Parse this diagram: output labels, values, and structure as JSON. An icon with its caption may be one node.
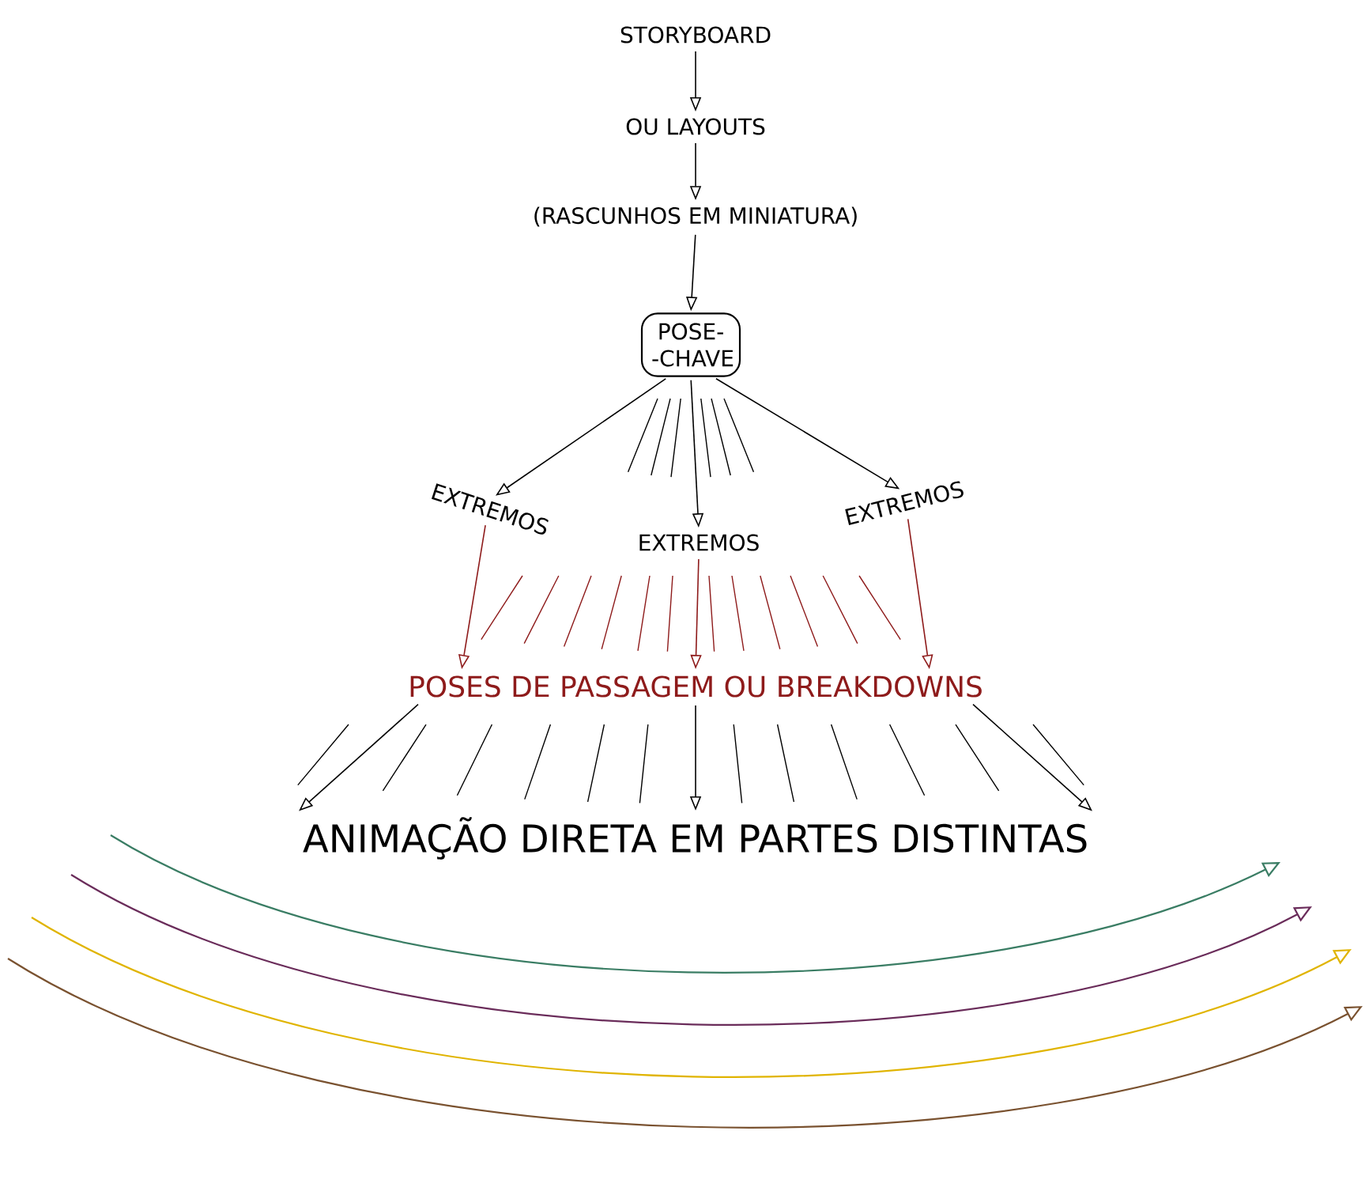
{
  "diagram": {
    "nodes": [
      {
        "text": [
          "STORYBOARD"
        ]
      },
      {
        "text": [
          "OU LAYOUTS"
        ]
      },
      {
        "text": [
          "(RASCUNHOS EM MINIATURA)"
        ]
      },
      {
        "text": [
          "POSE- -CHAVE"
        ]
      },
      {
        "text": [
          "EXTREMOS"
        ]
      },
      {
        "text": [
          "EXTREMOS"
        ]
      },
      {
        "text": [
          "EXTREMOS"
        ]
      },
      {
        "text": [
          "POSES DE PASSAGEM OU BREAKDOWNS"
        ]
      },
      {
        "text": [
          "ANIMAÇÃO DIRETA EM PARTES DISTINTAS"
        ]
      }
    ],
    "edges": [
      {
        "from": 0,
        "to": 1,
        "arrow": "to"
      },
      {
        "from": 1,
        "to": 2,
        "arrow": "to"
      },
      {
        "from": 2,
        "to": 3,
        "arrow": "to"
      },
      {
        "from": 3,
        "to": 4,
        "arrow": "to"
      },
      {
        "from": 3,
        "to": 5,
        "arrow": "to"
      },
      {
        "from": 3,
        "to": 6,
        "arrow": "to"
      },
      {
        "from": 4,
        "to": 7,
        "arrow": "to",
        "color": "#8e1b1b"
      },
      {
        "from": 5,
        "to": 7,
        "arrow": "to",
        "color": "#8e1b1b"
      },
      {
        "from": 6,
        "to": 7,
        "arrow": "to",
        "color": "#8e1b1b"
      },
      {
        "from": 7,
        "to": 8,
        "arrow": "to"
      },
      {
        "from": 7,
        "to": 8,
        "arrow": "to"
      },
      {
        "from": 7,
        "to": 8,
        "arrow": "to"
      }
    ]
  }
}
